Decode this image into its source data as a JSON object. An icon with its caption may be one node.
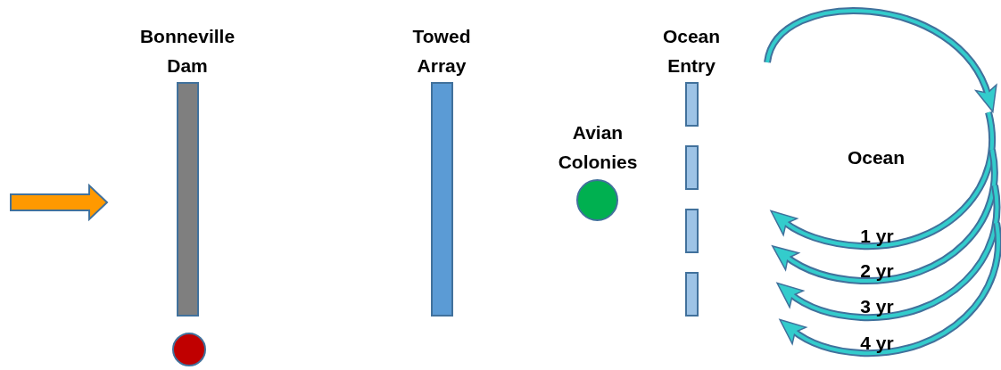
{
  "diagram": {
    "nodes": [
      {
        "text": [
          "Bonneville Dam"
        ]
      },
      {
        "text": [],
        "shape": "circle"
      },
      {
        "text": [
          "Towed Array"
        ]
      },
      {
        "text": [
          "Avian Colonies"
        ]
      },
      {
        "text": [
          "Ocean Entry"
        ]
      },
      {
        "text": [],
        "shape": "bar"
      },
      {
        "text": [],
        "shape": "bar"
      },
      {
        "text": [],
        "shape": "bar"
      }
    ],
    "labels": [
      "Ocean",
      "1 yr",
      "2 yr",
      "3 yr",
      "4 yr"
    ]
  }
}
